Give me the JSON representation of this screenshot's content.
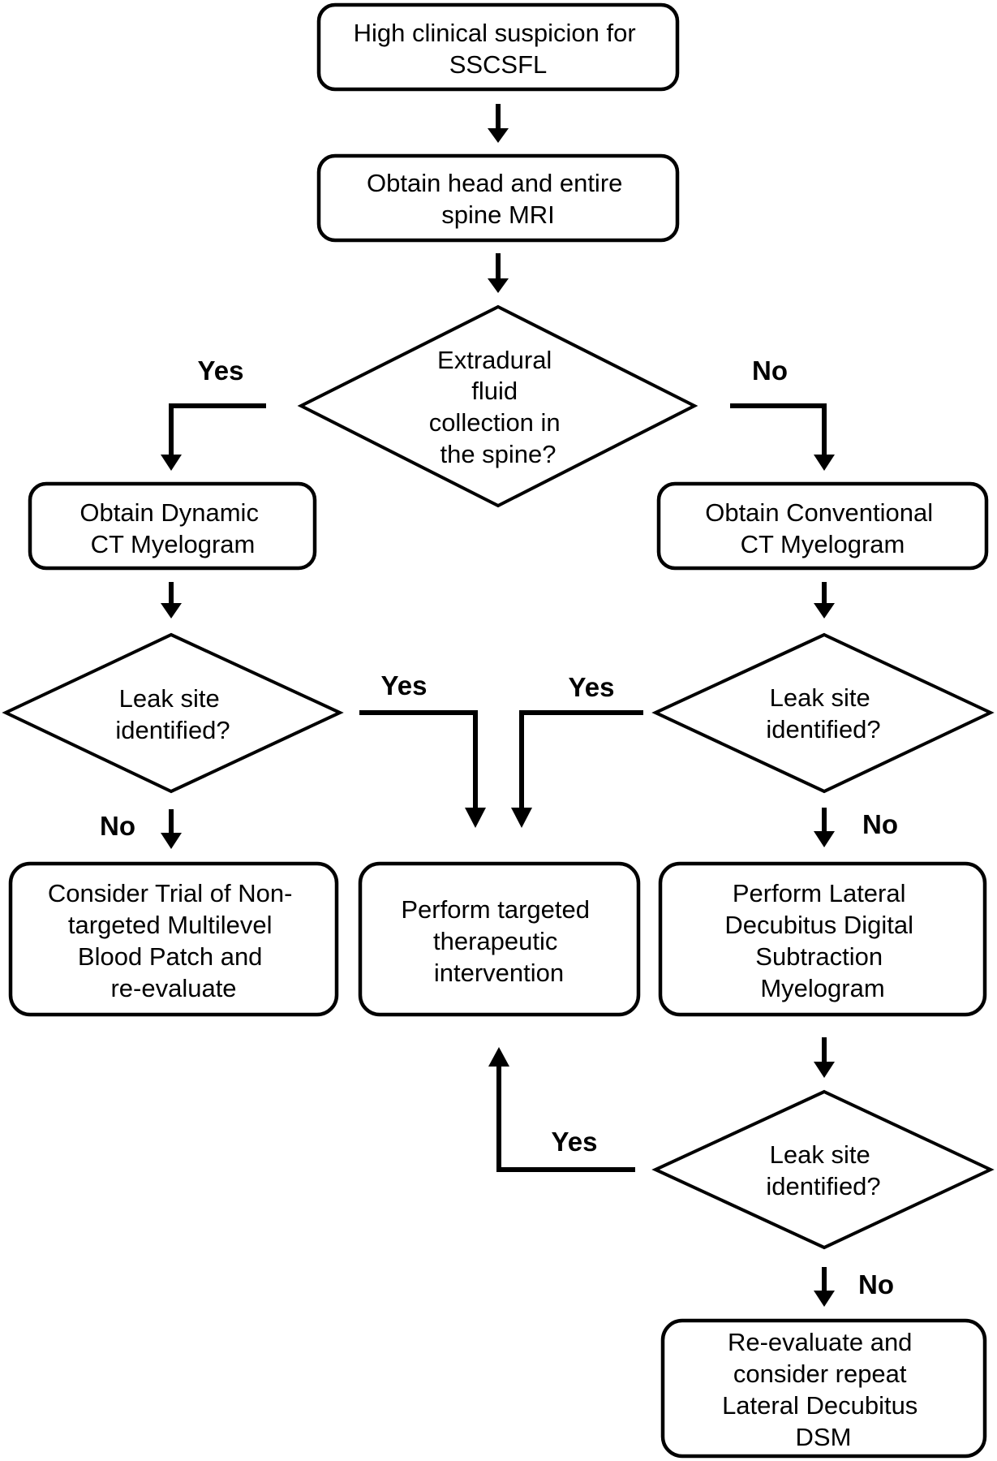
{
  "nodes": {
    "start": {
      "lines": [
        "High clinical suspicion for",
        "SSCSFL"
      ]
    },
    "mri": {
      "lines": [
        "Obtain head and entire",
        "spine MRI"
      ]
    },
    "extradural": {
      "lines": [
        "Extradural",
        "fluid",
        "collection in",
        "the spine?"
      ]
    },
    "dynamic_ct": {
      "lines": [
        "Obtain Dynamic",
        "CT Myelogram"
      ]
    },
    "conventional_ct": {
      "lines": [
        "Obtain Conventional",
        "CT Myelogram"
      ]
    },
    "leak_left": {
      "lines": [
        "Leak site",
        "identified?"
      ]
    },
    "leak_right": {
      "lines": [
        "Leak site",
        "identified?"
      ]
    },
    "blood_patch": {
      "lines": [
        "Consider Trial of Non-",
        "targeted Multilevel",
        "Blood Patch and",
        "re-evaluate"
      ]
    },
    "targeted": {
      "lines": [
        "Perform targeted",
        "therapeutic",
        "intervention"
      ]
    },
    "dsm": {
      "lines": [
        "Perform Lateral",
        "Decubitus Digital",
        "Subtraction",
        "Myelogram"
      ]
    },
    "leak_dsm": {
      "lines": [
        "Leak site",
        "identified?"
      ]
    },
    "reevaluate": {
      "lines": [
        "Re-evaluate and",
        "consider repeat",
        "Lateral Decubitus",
        "DSM"
      ]
    }
  },
  "edge_labels": {
    "extradural_yes": "Yes",
    "extradural_no": "No",
    "leak_left_yes": "Yes",
    "leak_left_no": "No",
    "leak_right_yes": "Yes",
    "leak_right_no": "No",
    "leak_dsm_yes": "Yes",
    "leak_dsm_no": "No"
  },
  "colors": {
    "stroke": "#000000",
    "fill": "#ffffff",
    "text": "#000000"
  }
}
